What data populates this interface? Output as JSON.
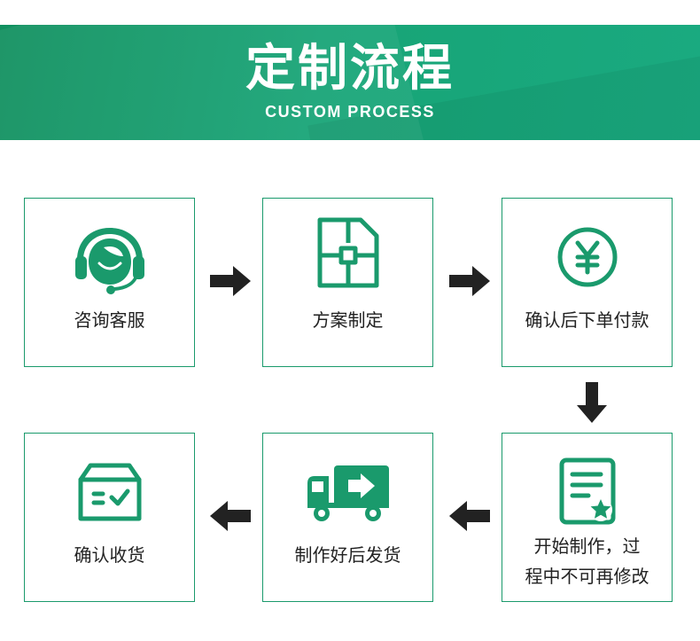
{
  "header": {
    "title": "定制流程",
    "subtitle": "CUSTOM PROCESS"
  },
  "colors": {
    "brand_green": "#17a476",
    "icon_green": "#1a9a6c",
    "arrow": "#222222"
  },
  "steps": [
    {
      "label": "咨询客服",
      "icon": "customer-service-headset-icon"
    },
    {
      "label": "方案制定",
      "icon": "floor-plan-document-icon"
    },
    {
      "label": "确认后下单付款",
      "icon": "yen-coin-icon"
    },
    {
      "label_line1": "开始制作，过",
      "label_line2": "程中不可再修改",
      "icon": "document-star-icon"
    },
    {
      "label": "制作好后发货",
      "icon": "delivery-truck-icon"
    },
    {
      "label": "确认收货",
      "icon": "package-check-icon"
    }
  ]
}
